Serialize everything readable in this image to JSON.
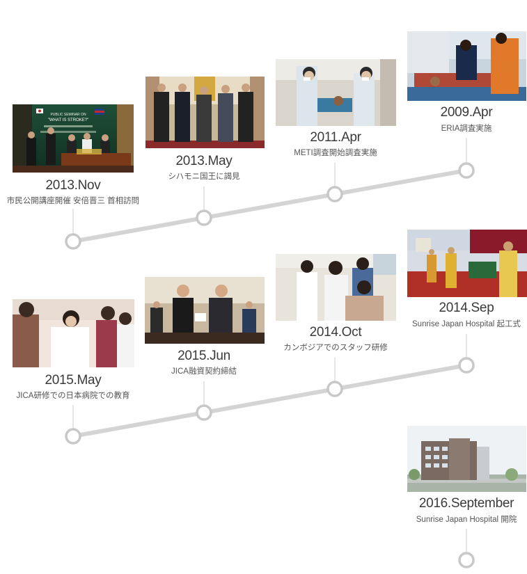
{
  "events": [
    {
      "date": "2009.Apr",
      "caption": "ERIA調査実施",
      "photo": "caregivers-and-patient-photo"
    },
    {
      "date": "2011.Apr",
      "caption": "METI調査開始調査実施",
      "photo": "nurses-with-patient-photo"
    },
    {
      "date": "2013.May",
      "caption": "シハモニ国王に謁見",
      "photo": "royal-audience-photo"
    },
    {
      "date": "2013.Nov",
      "caption": "市民公開講座開催 安倍晋三 首相訪問",
      "photo": "public-seminar-photo"
    },
    {
      "date": "2014.Sep",
      "caption": "Sunrise Japan Hospital 起工式",
      "photo": "groundbreaking-ceremony-photo"
    },
    {
      "date": "2014.Oct",
      "caption": "カンボジアでのスタッフ研修",
      "photo": "staff-training-photo"
    },
    {
      "date": "2015.Jun",
      "caption": "JICA融資契約締結",
      "photo": "loan-signing-photo"
    },
    {
      "date": "2015.May",
      "caption": "JICA研修での日本病院での教育",
      "photo": "hospital-education-photo"
    },
    {
      "date": "2016.September",
      "caption": "Sunrise Japan Hospital 開院",
      "photo": "hospital-building-photo"
    }
  ],
  "banner_text": {
    "line1": "PUBLIC SEMINAR ON",
    "line2": "\"WHAT IS STROKE?\""
  },
  "colors": {
    "line": "#d4d4d4",
    "node_stroke": "#c8c8c8",
    "node_fill": "#ffffff",
    "date_text": "#3a3a3a",
    "caption_text": "#555555"
  }
}
